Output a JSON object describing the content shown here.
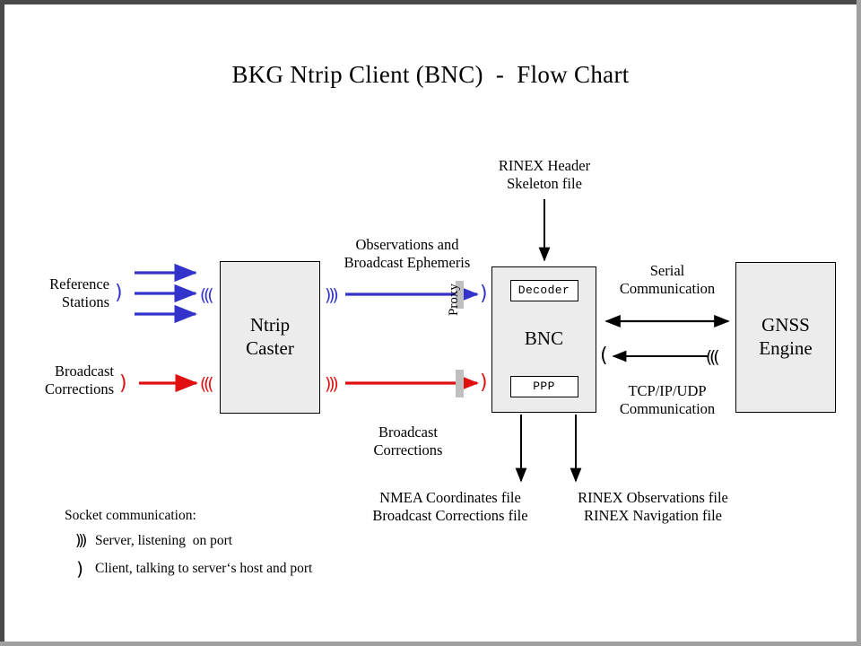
{
  "title": "BKG Ntrip Client (BNC)  -  Flow Chart",
  "boxes": {
    "ntrip_caster": {
      "line1": "Ntrip",
      "line2": "Caster"
    },
    "bnc": {
      "label": "BNC",
      "decoder": "Decoder",
      "ppp": "PPP"
    },
    "gnss_engine": {
      "line1": "GNSS",
      "line2": "Engine"
    }
  },
  "labels": {
    "reference_stations": "Reference\nStations",
    "broadcast_corrections_left": "Broadcast\nCorrections",
    "observations_ephemeris": "Observations and\nBroadcast Ephemeris",
    "broadcast_corrections_mid": "Broadcast\nCorrections",
    "rinex_header_skeleton": "RINEX Header\nSkeleton file",
    "serial_communication": "Serial\nCommunication",
    "tcpip_communication": "TCP/IP/UDP\nCommunication",
    "proxy": "Proxy",
    "output_left": "NMEA Coordinates file\nBroadcast Corrections file",
    "output_right": "RINEX Observations file\nRINEX Navigation file"
  },
  "legend": {
    "title": "Socket communication:",
    "items": [
      {
        "glyph": "server-antenna-icon",
        "text": "Server, listening  on port"
      },
      {
        "glyph": "client-paren-icon",
        "text": "Client, talking to server‘s host and port"
      }
    ]
  },
  "colors": {
    "observation_stream": "#3333CC",
    "correction_stream": "#E01010",
    "control_flow": "#000000",
    "box_fill": "#ECECEC",
    "proxy_bar": "#BFBFBF",
    "canvas": "#FFFFFF"
  },
  "icons": {
    "server_antenna": ")))",
    "client_socket": ")"
  }
}
